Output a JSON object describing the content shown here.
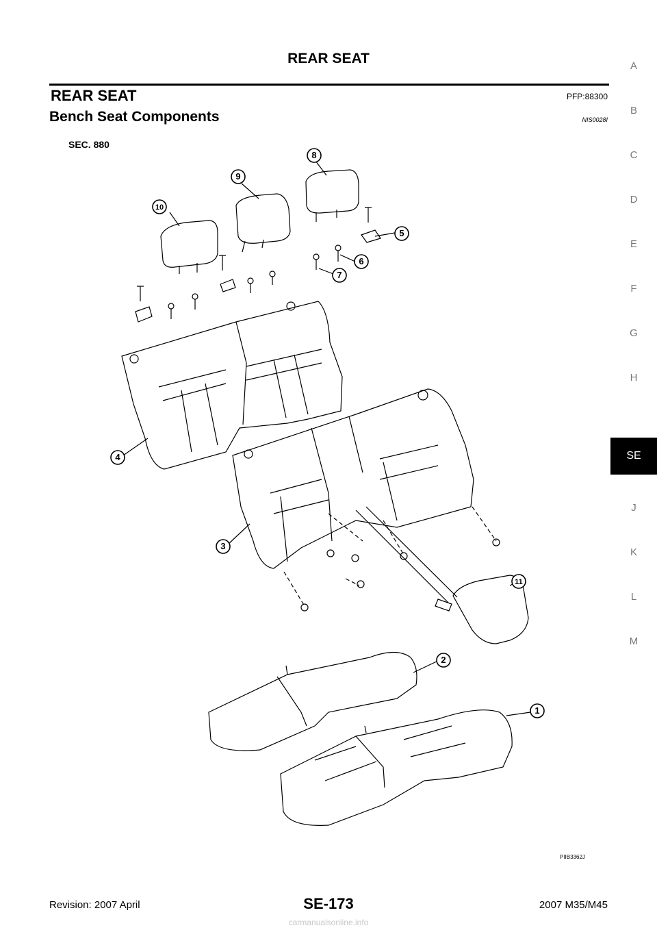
{
  "header": {
    "title": "REAR SEAT"
  },
  "section": {
    "title": "REAR SEAT",
    "pfp": "PFP:88300"
  },
  "subsection": {
    "title": "Bench Seat Components",
    "code": "NIS0028I"
  },
  "figure": {
    "sec": "SEC. 880",
    "id": "PIIB3362J",
    "callouts": [
      "1",
      "2",
      "3",
      "4",
      "5",
      "6",
      "7",
      "8",
      "9",
      "10",
      "11"
    ]
  },
  "side_index": [
    "A",
    "B",
    "C",
    "D",
    "E",
    "F",
    "G",
    "H",
    "SE",
    "J",
    "K",
    "L",
    "M"
  ],
  "side_index_active": "SE",
  "footer": {
    "left": "Revision: 2007 April",
    "center": "SE-173",
    "right": "2007 M35/M45"
  },
  "watermark": "carmanualsonline.info"
}
